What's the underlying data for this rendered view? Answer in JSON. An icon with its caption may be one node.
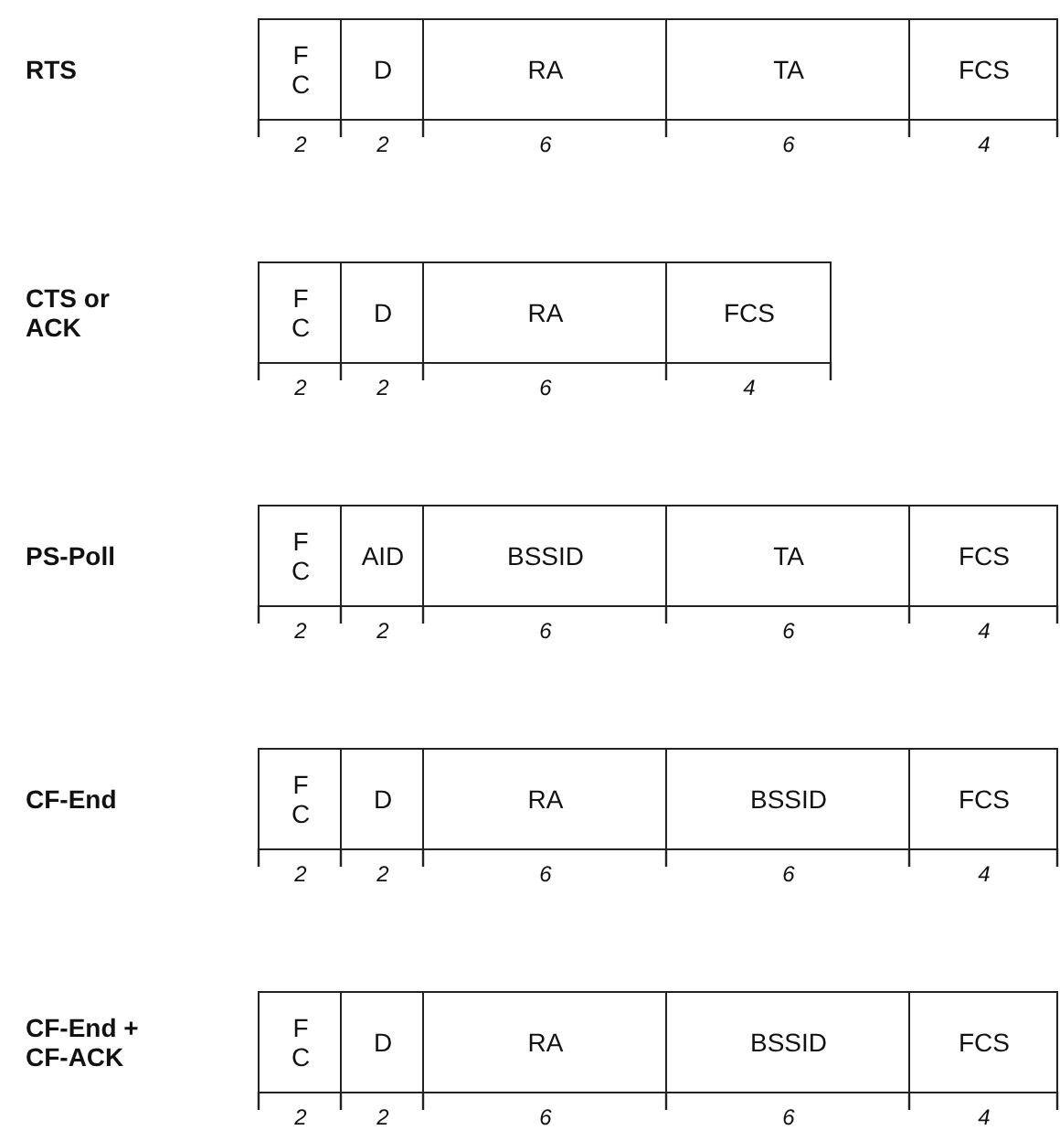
{
  "diagram": {
    "nodes": [
      {
        "text": [],
        "shape": "box"
      },
      {
        "text": [
          "F C"
        ],
        "in": 0,
        "beside": [
          "2"
        ]
      },
      {
        "text": [
          "D"
        ],
        "in": 0,
        "beside": [
          "2"
        ]
      },
      {
        "text": [
          "RA"
        ],
        "in": 0,
        "beside": [
          "6"
        ]
      },
      {
        "text": [
          "TA"
        ],
        "in": 0,
        "beside": [
          "6"
        ]
      },
      {
        "text": [
          "FCS"
        ],
        "in": 0,
        "beside": [
          "4"
        ]
      },
      {
        "text": [],
        "shape": "box"
      },
      {
        "text": [
          "F C"
        ],
        "in": 6,
        "beside": [
          "2"
        ]
      },
      {
        "text": [
          "D"
        ],
        "in": 6,
        "beside": [
          "2"
        ]
      },
      {
        "text": [
          "RA"
        ],
        "in": 6,
        "beside": [
          "6"
        ]
      },
      {
        "text": [
          "FCS"
        ],
        "in": 6,
        "beside": [
          "4"
        ]
      },
      {
        "text": [],
        "shape": "box"
      },
      {
        "text": [
          "F C"
        ],
        "in": 11,
        "beside": [
          "2"
        ]
      },
      {
        "text": [
          "AID"
        ],
        "in": 11,
        "beside": [
          "2"
        ]
      },
      {
        "text": [
          "BSSID"
        ],
        "in": 11,
        "beside": [
          "6"
        ]
      },
      {
        "text": [
          "TA"
        ],
        "in": 11,
        "beside": [
          "6"
        ]
      },
      {
        "text": [
          "FCS"
        ],
        "in": 11,
        "beside": [
          "4"
        ]
      },
      {
        "text": [],
        "shape": "box"
      },
      {
        "text": [
          "F C"
        ],
        "in": 17,
        "beside": [
          "2"
        ]
      },
      {
        "text": [
          "D"
        ],
        "in": 17,
        "beside": [
          "2"
        ]
      },
      {
        "text": [
          "RA"
        ],
        "in": 17,
        "beside": [
          "6"
        ]
      },
      {
        "text": [
          "BSSID"
        ],
        "in": 17,
        "beside": [
          "6"
        ]
      },
      {
        "text": [
          "FCS"
        ],
        "in": 17,
        "beside": [
          "4"
        ]
      },
      {
        "text": [],
        "shape": "box"
      },
      {
        "text": [
          "F C"
        ],
        "in": 23,
        "beside": [
          "2"
        ]
      },
      {
        "text": [
          "D"
        ],
        "in": 23,
        "beside": [
          "2"
        ]
      },
      {
        "text": [
          "RA"
        ],
        "in": 23,
        "beside": [
          "6"
        ]
      },
      {
        "text": [
          "BSSID"
        ],
        "in": 23,
        "beside": [
          "6"
        ]
      },
      {
        "text": [
          "FCS"
        ],
        "in": 23,
        "beside": [
          "4"
        ]
      }
    ],
    "labels": [
      "RTS",
      "CTS or ACK",
      "PS-Poll",
      "CF-End",
      "CF-End + CF-ACK"
    ]
  }
}
